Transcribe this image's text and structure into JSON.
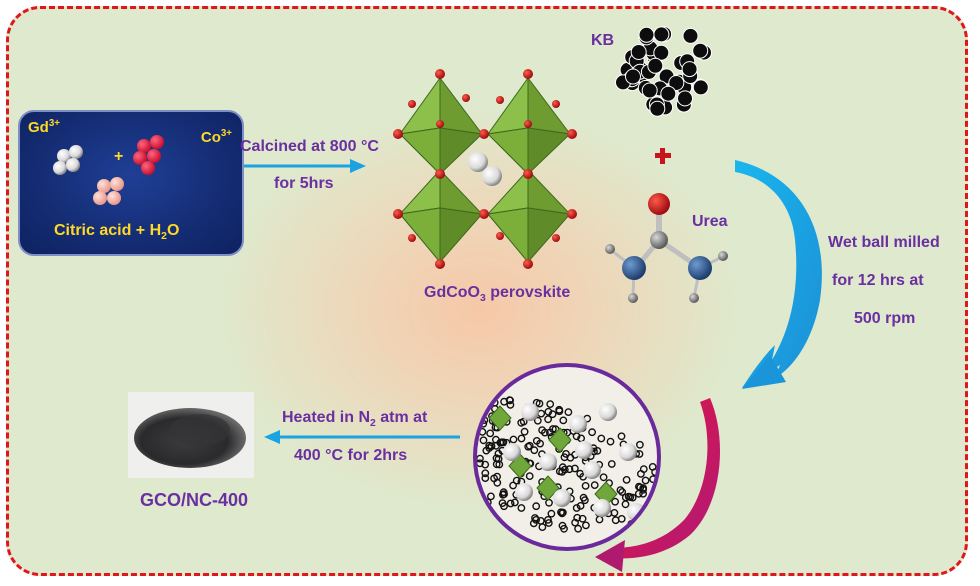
{
  "precursor": {
    "gd_ion": "Gd",
    "gd_charge": "3+",
    "co_ion": "Co",
    "co_charge": "3+",
    "plus": "+",
    "solvent_prefix": "Citric acid + H",
    "solvent_sub": "2",
    "solvent_suffix": "O"
  },
  "step1": {
    "line1": "Calcined at 800 °C",
    "line2": "for 5hrs"
  },
  "perovskite": {
    "label_prefix": "GdCoO",
    "label_sub": "3",
    "label_suffix": " perovskite"
  },
  "additives": {
    "kb_label": "KB",
    "plus": "+",
    "urea_label": "Urea"
  },
  "step2": {
    "line1": "Wet ball milled",
    "line2": "for 12 hrs at",
    "line3": "500 rpm"
  },
  "step3": {
    "line1_prefix": "Heated in N",
    "line1_sub": "2",
    "line1_suffix": " atm at",
    "line2": "400 °C for 2hrs"
  },
  "product": {
    "label": "GCO/NC-400"
  },
  "colors": {
    "border": "#e0161c",
    "background": "#dfe9cd",
    "arrow_blue": "#1aa3e0",
    "text_purple": "#6a2fa0",
    "octahedron_green": "#7fb23a",
    "oxygen_red": "#c0141c",
    "label_yellow": "#ffd927",
    "circle_purple": "#6a2a9c",
    "arrow_red": "#e4143c"
  }
}
